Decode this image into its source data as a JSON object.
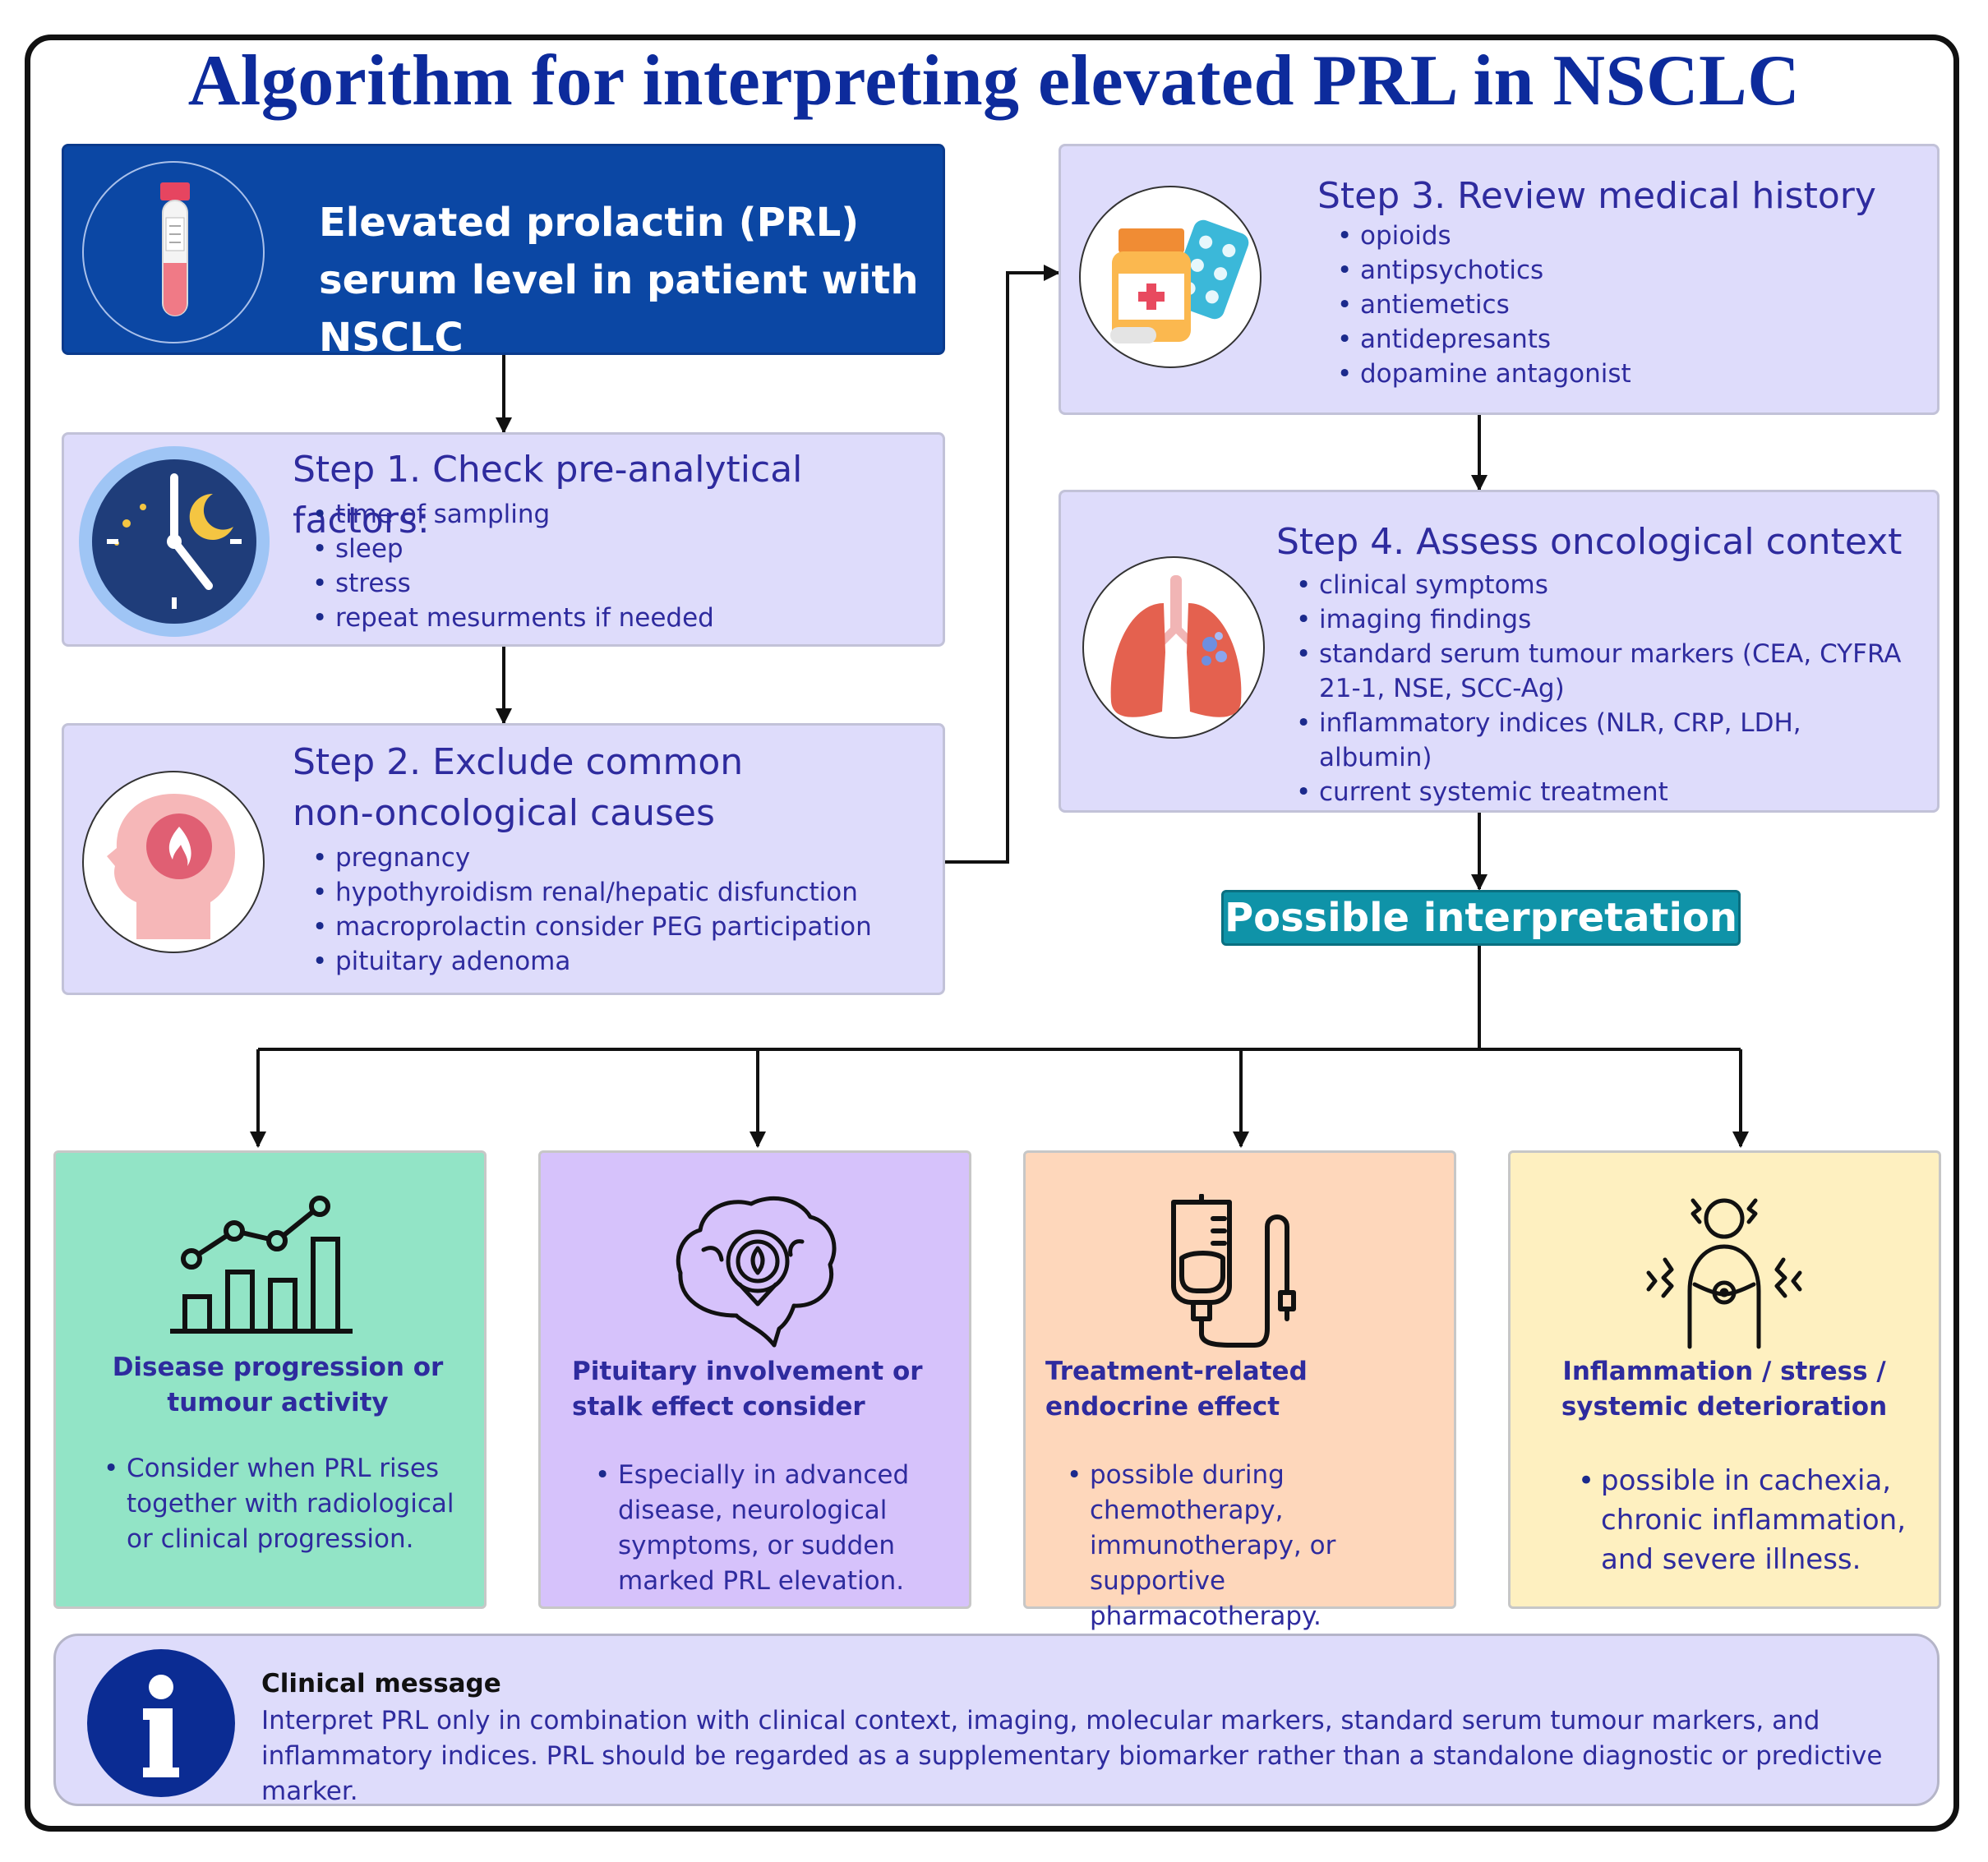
{
  "title": "Algorithm for interpreting elevated PRL in NSCLC",
  "hero": {
    "text": "Elevated prolactin (PRL) serum level in patient with NSCLC",
    "icon": "blood-test-tube-icon"
  },
  "step1": {
    "title": "Step 1. Check pre-analytical factors:",
    "icon": "clock-moon-icon",
    "items": [
      "time of sampling",
      "sleep",
      "stress",
      "repeat mesurments if needed"
    ]
  },
  "step2": {
    "title": "Step 2. Exclude common non-oncological causes",
    "icon": "head-pituitary-icon",
    "items": [
      "pregnancy",
      "hypothyroidism renal/hepatic disfunction",
      "macroprolactin consider PEG participation",
      "pituitary adenoma"
    ]
  },
  "step3": {
    "title": "Step 3. Review medical history",
    "icon": "medication-icon",
    "items": [
      "opioids",
      "antipsychotics",
      "antiemetics",
      "antidepresants",
      "dopamine antagonist"
    ]
  },
  "step4": {
    "title": "Step 4. Assess oncological context",
    "icon": "lungs-icon",
    "items": [
      "clinical symptoms",
      "imaging findings",
      "standard serum tumour markers (CEA, CYFRA 21-1, NSE, SCC-Ag)",
      "inflammatory indices (NLR, CRP, LDH, albumin)",
      "current systemic treatment"
    ]
  },
  "interpretation": "Possible interpretation",
  "outcomes": [
    {
      "title": "Disease progression or tumour activity",
      "text": "Consider when PRL rises together with radiological or clinical progression.",
      "icon": "rising-chart-icon",
      "color": "#92e4c6"
    },
    {
      "title": "Pituitary involvement or stalk effect consider",
      "text": "Especially in advanced disease, neurological symptoms, or sudden marked PRL elevation.",
      "icon": "brain-pituitary-icon",
      "color": "#d6c2fb"
    },
    {
      "title": "Treatment-related endocrine effect",
      "text": "possible during chemotherapy, immunotherapy, or supportive pharmacotherapy.",
      "icon": "iv-drip-icon",
      "color": "#fed7bb"
    },
    {
      "title": "Inflammation / stress / systemic deterioration",
      "text": "possible in cachexia, chronic inflammation, and severe illness.",
      "icon": "stressed-person-icon",
      "color": "#fef0c0"
    }
  ],
  "message": {
    "title": "Clinical message",
    "text": "Interpret PRL only in combination with clinical context, imaging, molecular markers, standard serum tumour markers, and inflammatory indices. PRL should be regarded as a supplementary biomarker rather than a standalone diagnostic or predictive marker.",
    "icon": "info-icon"
  }
}
